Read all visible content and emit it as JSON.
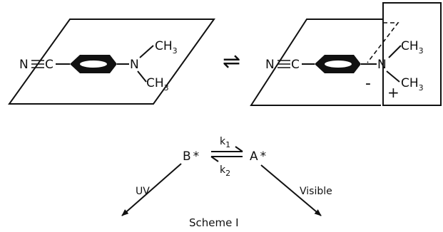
{
  "molecule_left": {
    "nitrile_n": "N",
    "nitrile_c": "C",
    "amine_n": "N",
    "methyl_top": {
      "base": "CH",
      "sub": "3"
    },
    "methyl_bottom": {
      "base": "CH",
      "sub": "3"
    }
  },
  "molecule_right": {
    "nitrile_n": "N",
    "nitrile_c": "C",
    "amine_n": "N",
    "methyl_top": {
      "base": "CH",
      "sub": "3"
    },
    "methyl_bottom": {
      "base": "CH",
      "sub": "3"
    },
    "charge_minus": "-",
    "charge_plus": "+"
  },
  "equilibrium_symbol": "⇌",
  "kinetics": {
    "state_b": "B",
    "state_a": "A",
    "star": "*",
    "k1": {
      "base": "k",
      "sub": "1"
    },
    "k2": {
      "base": "k",
      "sub": "2"
    },
    "emission_b": "UV",
    "emission_a": "Visible"
  },
  "caption": "Scheme I"
}
